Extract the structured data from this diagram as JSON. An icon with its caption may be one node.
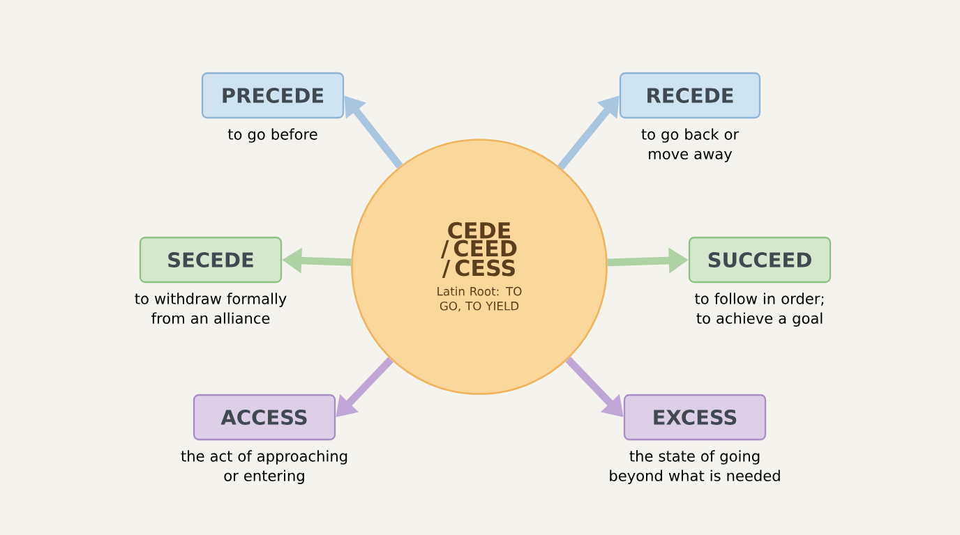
{
  "diagram": {
    "nodes": [
      {
        "text": [
          "CEDE / CEED / CESS",
          "Latin Root: TO GO, TO YIELD"
        ]
      },
      {
        "text": [
          "PRECEDE"
        ],
        "beside": [
          "to go before"
        ]
      },
      {
        "text": [
          "RECEDE"
        ],
        "beside": [
          "to go back or move away"
        ]
      },
      {
        "text": [
          "SECEDE"
        ],
        "beside": [
          "to withdraw formally from an alliance"
        ]
      },
      {
        "text": [
          "SUCCEED"
        ],
        "beside": [
          "to follow in order; to achieve a goal"
        ]
      },
      {
        "text": [
          "ACCESS"
        ],
        "beside": [
          "the act of approaching or entering"
        ]
      },
      {
        "text": [
          "EXCESS"
        ],
        "beside": [
          "the state of going beyond what is needed"
        ]
      }
    ],
    "edges": [
      {
        "from": 0,
        "to": 1,
        "arrow": "to",
        "color": "#a9c6e0"
      },
      {
        "from": 0,
        "to": 2,
        "arrow": "to",
        "color": "#a9c6e0"
      },
      {
        "from": 0,
        "to": 3,
        "arrow": "to",
        "color": "#aed2a4"
      },
      {
        "from": 0,
        "to": 4,
        "arrow": "to",
        "color": "#aed2a4"
      },
      {
        "from": 0,
        "to": 5,
        "arrow": "to",
        "color": "#bfa6d6"
      },
      {
        "from": 0,
        "to": 6,
        "arrow": "to",
        "color": "#bfa6d6"
      }
    ]
  }
}
